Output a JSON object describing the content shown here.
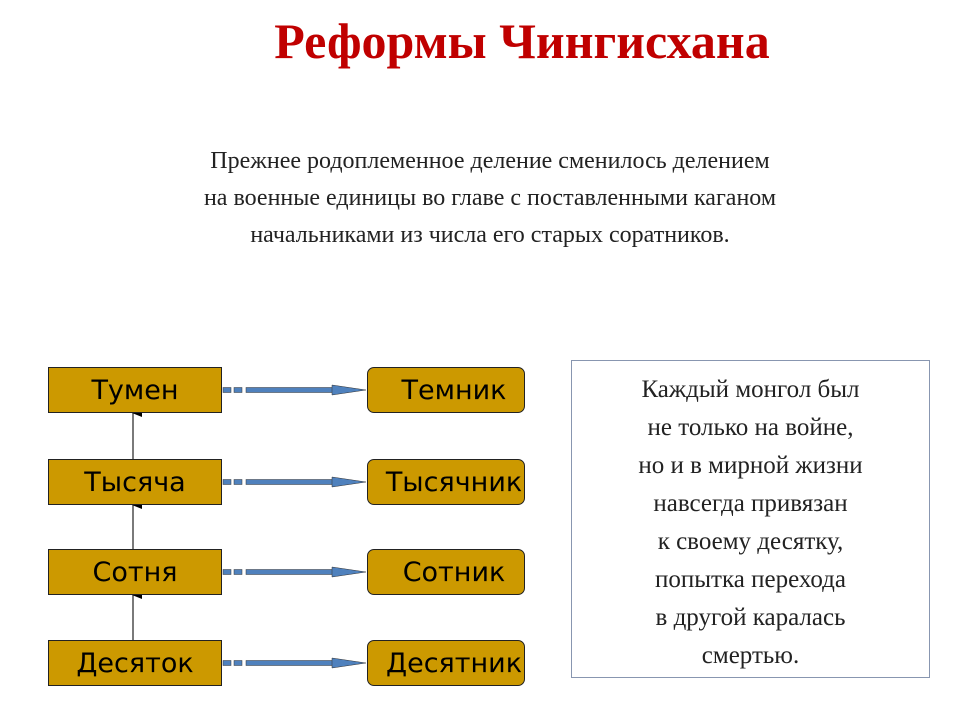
{
  "title": "Реформы Чингисхана",
  "intro": [
    "Прежнее родоплеменное деление сменилось делением",
    "на военные единицы во главе с поставленными каганом",
    "начальниками из числа его старых соратников."
  ],
  "units": [
    {
      "unit": "Тумен",
      "leader": "Темник"
    },
    {
      "unit": "Тысяча",
      "leader": "Тысячник"
    },
    {
      "unit": "Сотня",
      "leader": "Сотник"
    },
    {
      "unit": "Десяток",
      "leader": "Десятник"
    }
  ],
  "note": [
    "Каждый монгол был",
    "не только на войне,",
    "но и в мирной жизни",
    "навсегда привязан",
    "к своему десятку,",
    "попытка перехода",
    "в другой каралась",
    "смертью."
  ],
  "colors": {
    "title": "#C00000",
    "box": "#CC9900",
    "arrow": "#4F81BD"
  }
}
